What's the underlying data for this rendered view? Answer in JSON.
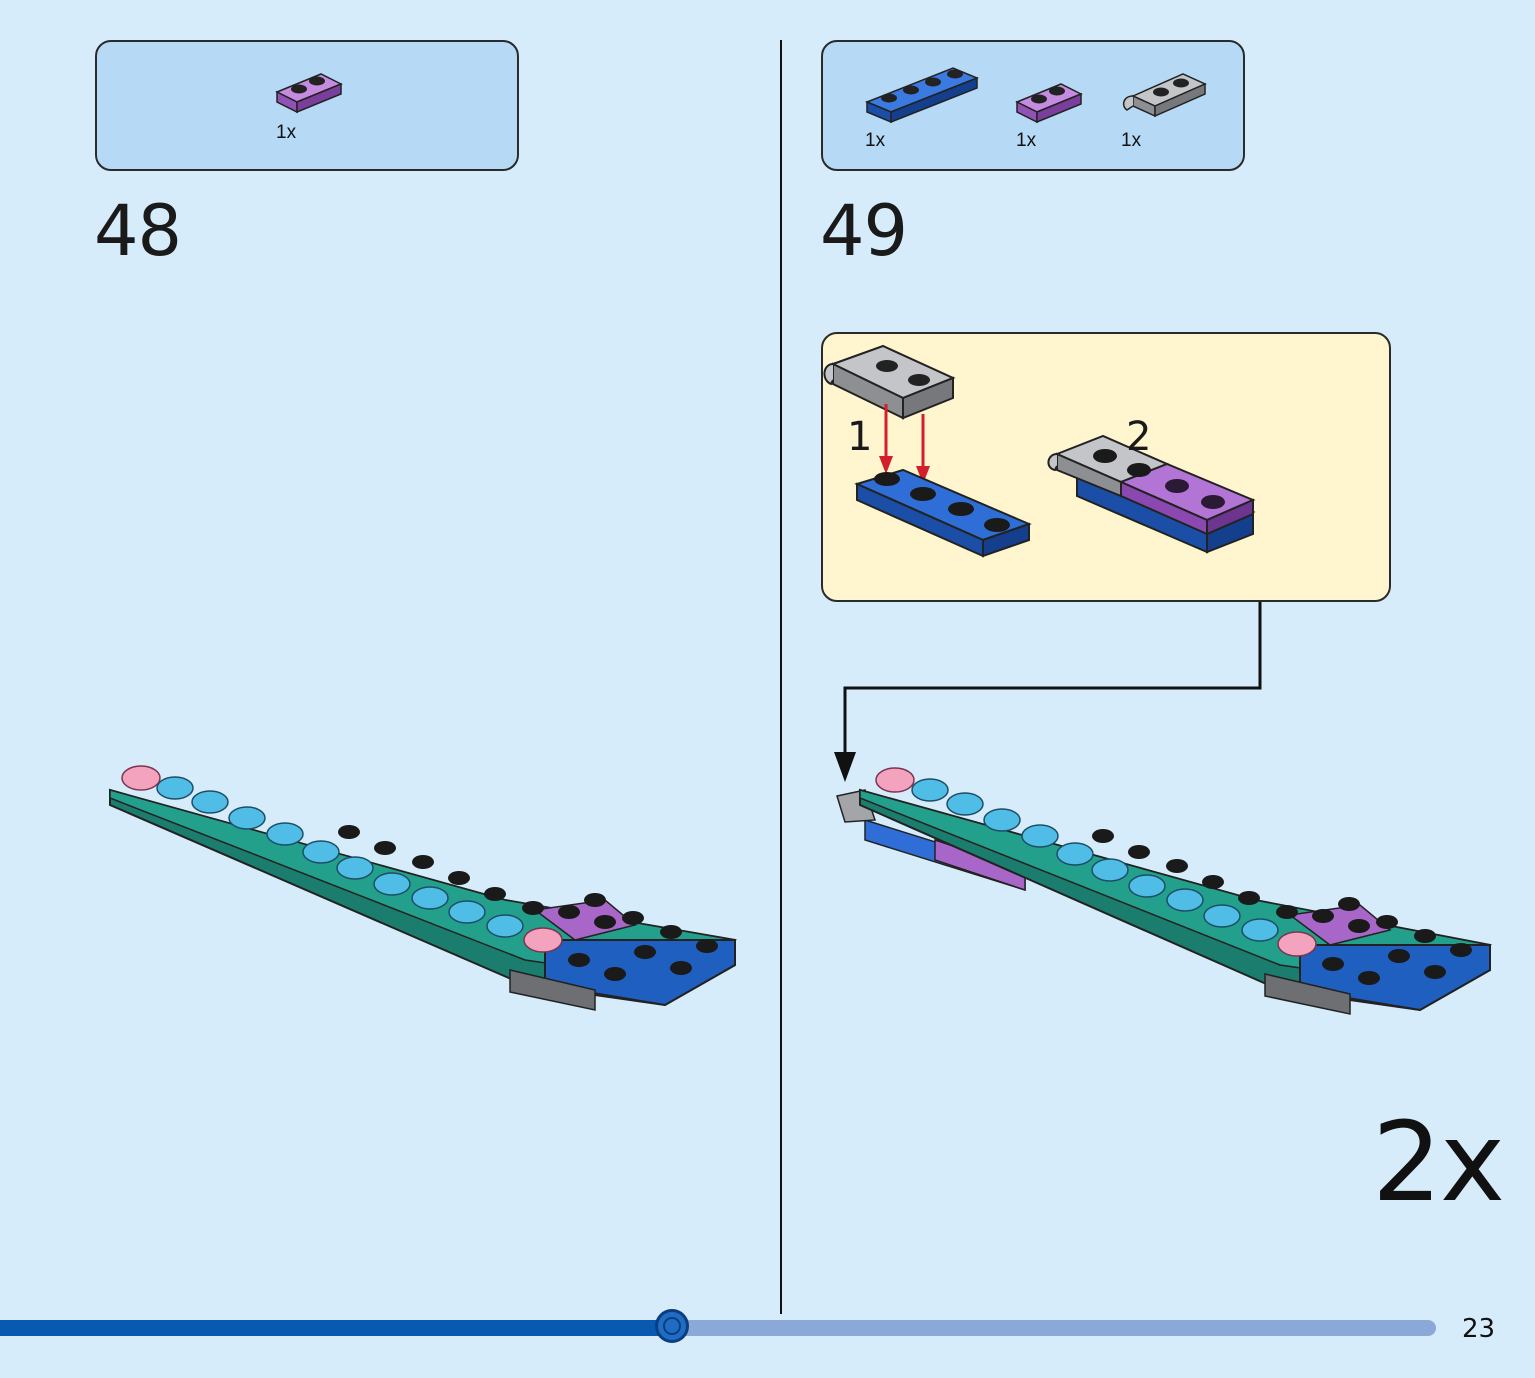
{
  "steps": [
    {
      "number": "48",
      "parts": [
        {
          "qty": "1x",
          "part": "plate-1x2-purple",
          "color": "#a866c8"
        }
      ]
    },
    {
      "number": "49",
      "parts": [
        {
          "qty": "1x",
          "part": "plate-1x4-blue",
          "color": "#1f5fc0"
        },
        {
          "qty": "1x",
          "part": "plate-1x2-purple",
          "color": "#a866c8"
        },
        {
          "qty": "1x",
          "part": "plate-1x2-clip-grey",
          "color": "#a3a5a8"
        }
      ],
      "callout": {
        "substeps": [
          "1",
          "2"
        ]
      },
      "multiplier": "2x"
    }
  ],
  "progress": {
    "fraction": 0.468
  },
  "page_number": "23",
  "colors": {
    "background": "#d6ecfb",
    "parts_box": "#b6d9f5",
    "callout": "#fff6cf",
    "teal": "#1e9c8a",
    "trans_light_blue": "#4fbde6",
    "blue": "#1f5fc0",
    "purple": "#a866c8",
    "pink": "#f4a3be",
    "grey": "#a3a5a8",
    "arrow_red": "#d21f2b"
  }
}
